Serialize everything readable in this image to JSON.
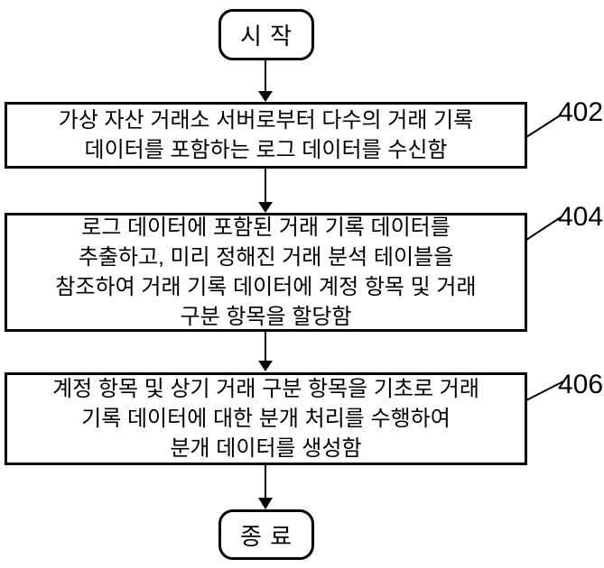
{
  "flowchart": {
    "start": {
      "label": "시 작"
    },
    "steps": [
      {
        "ref": "402",
        "lines": [
          "가상 자산 거래소 서버로부터 다수의 거래 기록",
          "데이터를 포함하는 로그 데이터를 수신함"
        ]
      },
      {
        "ref": "404",
        "lines": [
          "로그 데이터에 포함된 거래 기록 데이터를",
          "추출하고, 미리 정해진 거래 분석 테이블을",
          "참조하여 거래 기록 데이터에 계정 항목 및 거래",
          "구분 항목을 할당함"
        ]
      },
      {
        "ref": "406",
        "lines": [
          "계정 항목 및 상기 거래 구분 항목을 기초로 거래",
          "기록 데이터에 대한 분개 처리를 수행하여",
          "분개 데이터를 생성함"
        ]
      }
    ],
    "end": {
      "label": "종 료"
    },
    "colors": {
      "stroke": "#000000",
      "background": "#ffffff",
      "text": "#000000"
    }
  }
}
